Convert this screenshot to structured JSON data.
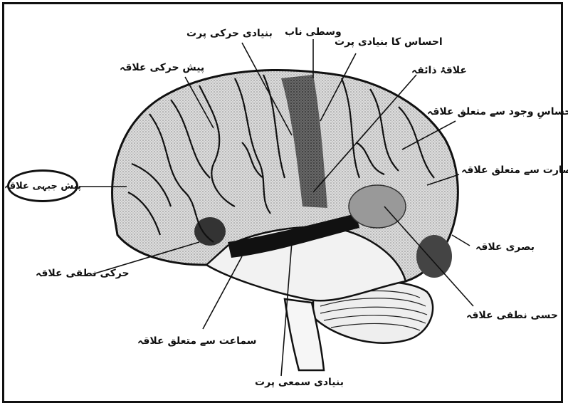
{
  "diagram": {
    "labels": {
      "premotor_area": "پیش حرکی علاقہ",
      "primary_motor_cortex": "بنیادی حرکی پرت",
      "central_sulcus": "وسطی ناب",
      "primary_sensory_cortex": "احساس کا بنیادی پرت",
      "taste_area": "علاقۂ ذائقہ",
      "somatosensory_association": "احساسِ وجود سے متعلق علاقہ",
      "visual_association": "بصارت سے متعلق علاقہ",
      "visual_area": "بصری علاقہ",
      "sensory_speech_area": "حسی نطقی علاقہ",
      "primary_auditory_cortex": "بنیادی سمعی پرت",
      "auditory_association": "سماعت سے متعلق علاقہ",
      "motor_speech_area": "حرکی نطقی علاقہ",
      "prefrontal_area": "پیش جبہی علاقہ"
    }
  }
}
